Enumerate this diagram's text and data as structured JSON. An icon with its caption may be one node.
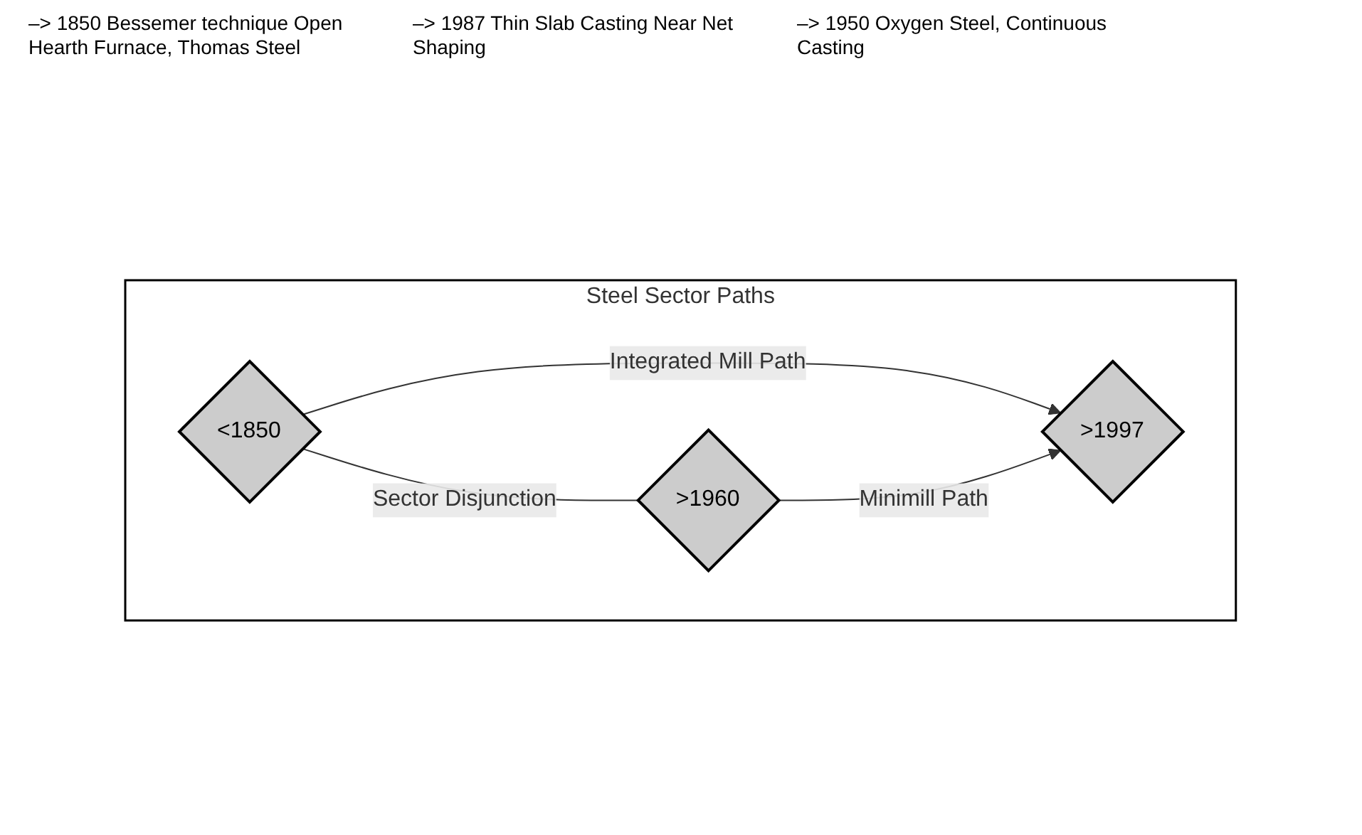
{
  "diagram": {
    "nodes": [
      {
        "text": [
          "Steel Sector Paths"
        ]
      },
      {
        "text": [
          "<1850"
        ],
        "in": 0
      },
      {
        "text": [
          ">1960"
        ],
        "in": 0
      },
      {
        "text": [
          ">1997"
        ],
        "in": 0
      }
    ],
    "edges": [
      {
        "from": 1,
        "to": 3,
        "arrow": "to",
        "label": "Integrated Mill Path"
      },
      {
        "from": 1,
        "to": 2,
        "arrow": "none",
        "label": "Sector Disjunction"
      },
      {
        "from": 2,
        "to": 3,
        "arrow": "to",
        "label": "Minimill Path"
      }
    ],
    "labels": [
      "–> 1850 Bessemer technique Open Hearth Furnace, Thomas Steel",
      "–> 1987 Thin Slab Casting Near Net Shaping",
      "–> 1950 Oxygen Steel, Continuous Casting"
    ]
  }
}
